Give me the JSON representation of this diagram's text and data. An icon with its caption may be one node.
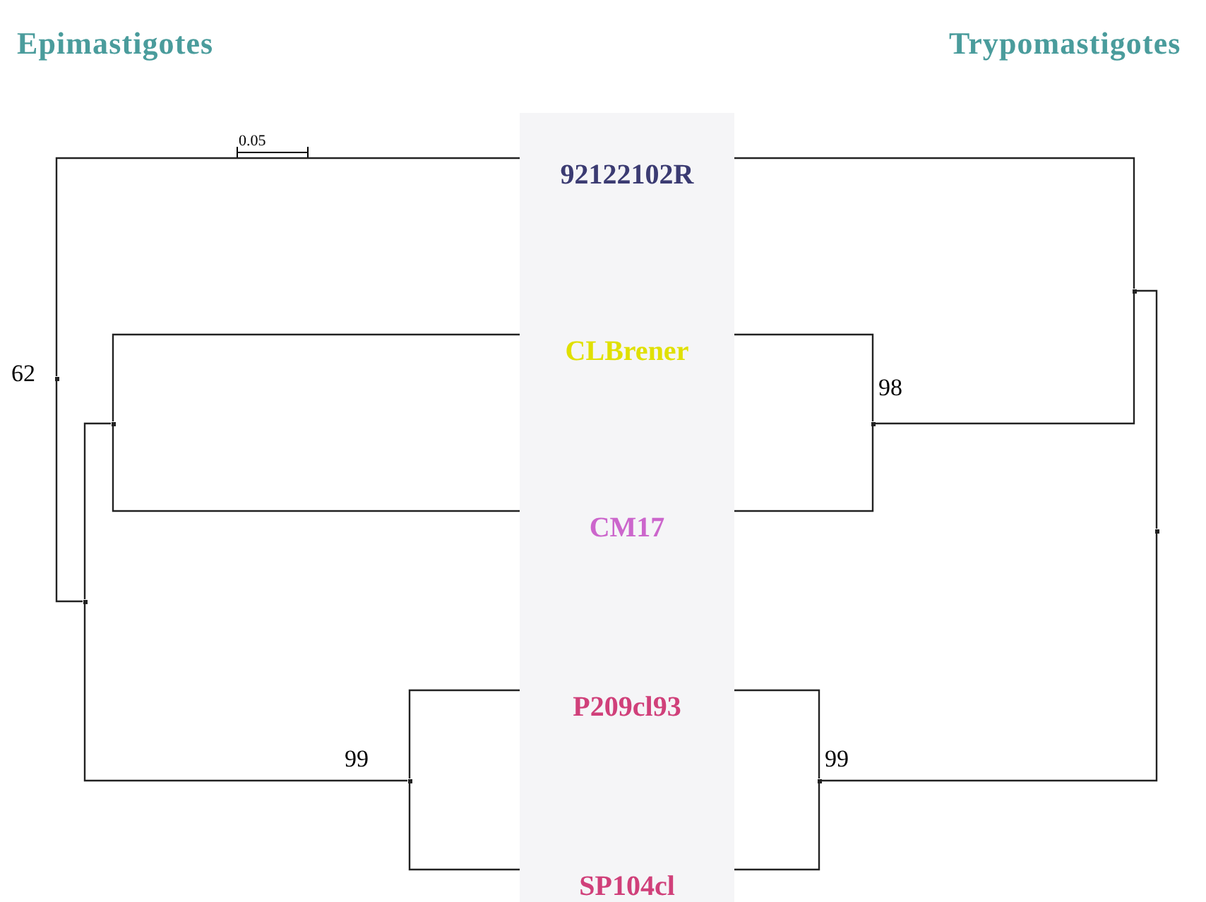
{
  "diagram": {
    "nodes": [
      {
        "text": [
          "92122102R"
        ]
      },
      {
        "text": [
          "CLBrener"
        ]
      },
      {
        "text": [
          "CM17"
        ]
      },
      {
        "text": [
          "P209cl93"
        ]
      },
      {
        "text": [
          "SP104cl"
        ]
      },
      {
        "text": [],
        "shape": "point",
        "beside": [
          "62"
        ]
      },
      {
        "text": [],
        "shape": "point"
      },
      {
        "text": [],
        "shape": "point"
      },
      {
        "text": [],
        "shape": "point",
        "beside": [
          "99"
        ]
      },
      {
        "text": [],
        "shape": "point"
      },
      {
        "text": [],
        "shape": "point"
      },
      {
        "text": [],
        "shape": "point",
        "beside": [
          "98"
        ]
      },
      {
        "text": [],
        "shape": "point",
        "beside": [
          "99"
        ]
      }
    ],
    "edges": [
      {
        "from": 5,
        "to": 0,
        "arrow": "none"
      },
      {
        "from": 5,
        "to": 6,
        "arrow": "none"
      },
      {
        "from": 6,
        "to": 7,
        "arrow": "none"
      },
      {
        "from": 6,
        "to": 8,
        "arrow": "none"
      },
      {
        "from": 7,
        "to": 1,
        "arrow": "none"
      },
      {
        "from": 7,
        "to": 2,
        "arrow": "none"
      },
      {
        "from": 8,
        "to": 3,
        "arrow": "none"
      },
      {
        "from": 8,
        "to": 4,
        "arrow": "none"
      },
      {
        "from": 9,
        "to": 10,
        "arrow": "none"
      },
      {
        "from": 9,
        "to": 12,
        "arrow": "none"
      },
      {
        "from": 10,
        "to": 0,
        "arrow": "none"
      },
      {
        "from": 10,
        "to": 11,
        "arrow": "none"
      },
      {
        "from": 11,
        "to": 1,
        "arrow": "none"
      },
      {
        "from": 11,
        "to": 2,
        "arrow": "none"
      },
      {
        "from": 12,
        "to": 3,
        "arrow": "none"
      },
      {
        "from": 12,
        "to": 4,
        "arrow": "none"
      }
    ],
    "labels": [
      "Epimastigotes",
      "Trypomastigotes",
      "0.05"
    ]
  }
}
